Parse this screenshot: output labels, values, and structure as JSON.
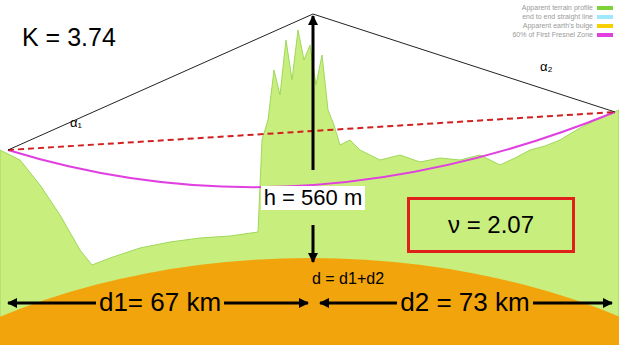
{
  "diagram": {
    "nodes": [
      {
        "text": [
          "ν = 2.07"
        ]
      }
    ],
    "edges": [],
    "labels": [
      "K = 3.74",
      "α₁",
      "α₂",
      "h = 560 m",
      "d = d1+d2",
      "d1= 67 km",
      "d2 = 73 km"
    ],
    "legend": [
      {
        "text": "Apparent terrain profile",
        "color": "#7fd33a"
      },
      {
        "text": "end to end straight line",
        "color": "#a0e8ff"
      },
      {
        "text": "Apparent earth's bulge",
        "color": "#f7d000"
      },
      {
        "text": "60% of First Fresnel Zone",
        "color": "#e040e0"
      }
    ]
  }
}
